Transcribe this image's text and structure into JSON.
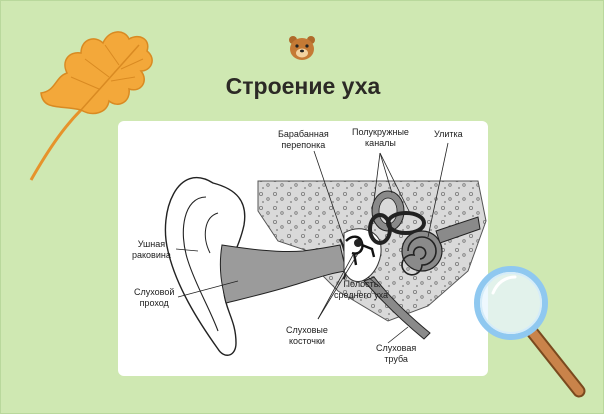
{
  "title": "Строение уха",
  "labels": {
    "eardrum": "Барабанная\nперепонка",
    "canals": "Полукружные\nканалы",
    "cochlea": "Улитка",
    "auricle": "Ушная\nраковина",
    "ear_canal": "Слуховой\nпроход",
    "middle_ear": "Полость\nсреднего уха",
    "ossicles": "Слуховые\nкосточки",
    "eustachian": "Слуховая\nтруба"
  },
  "icons": {
    "logo": "bear-face-icon",
    "leaf": "oak-leaf-icon",
    "magnifier": "magnifying-glass-icon"
  },
  "colors": {
    "background": "#cfe8b2",
    "leaf": "#f2a93b",
    "ear_canal_fill": "#9b9b9b",
    "bone_fill": "#d7d7d7",
    "magnifier_rim": "#8fc8f0",
    "magnifier_handle": "#b8763a"
  }
}
